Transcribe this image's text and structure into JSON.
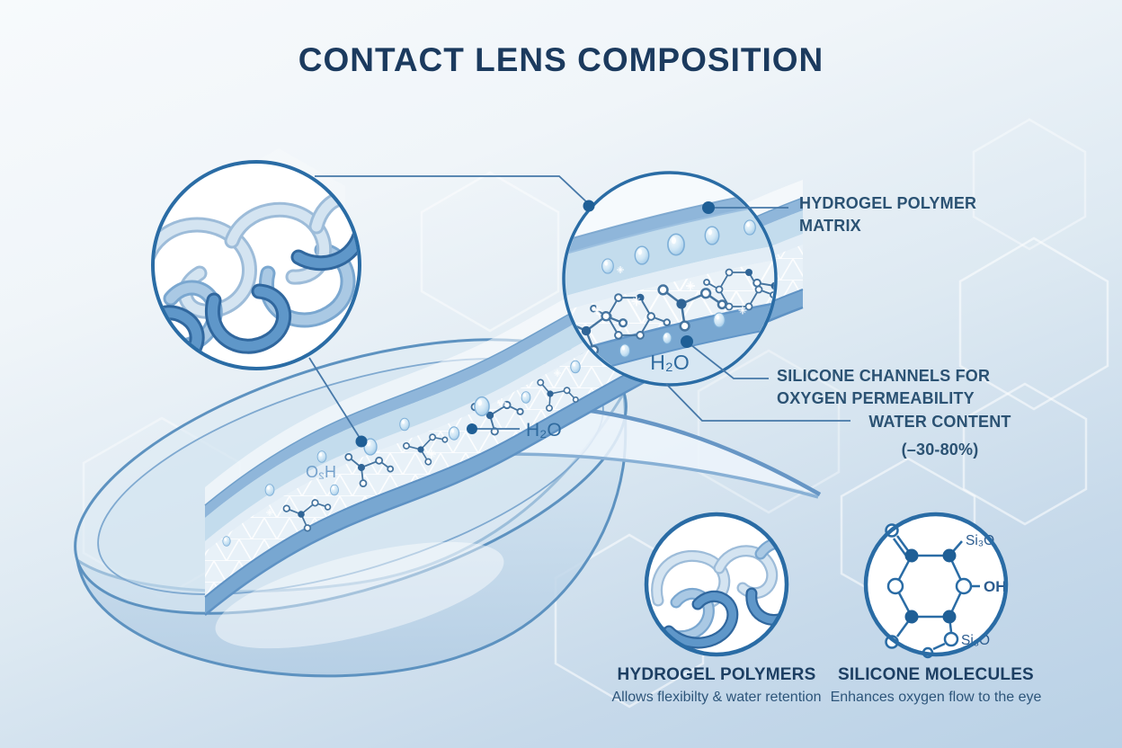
{
  "title": "CONTACT LENS COMPOSITION",
  "callouts": {
    "hydrogel_matrix": {
      "line1": "HYDROGEL POLYMER",
      "line2": "MATRIX"
    },
    "silicone_channels": {
      "line1": "SILICONE CHANNELS FOR",
      "line2": "OXYGEN PERMEABILITY"
    },
    "water_content": {
      "line1": "WATER CONTENT",
      "line2": "(–30-80%)"
    }
  },
  "inline_labels": {
    "water_molecule": "H₂O"
  },
  "molecule_labels": {
    "si3o": "Si₃O",
    "oh": "OH",
    "si5o": "Si₅O"
  },
  "legend": [
    {
      "title": "HYDROGEL POLYMERS",
      "description": "Allows flexibilty & water retention"
    },
    {
      "title": "SILICONE MOLECULES",
      "description": "Enhances oxygen flow to the eye"
    }
  ],
  "colors": {
    "title_text": "#1b3a5e",
    "label_text": "#2b5273",
    "circle_outline": "#2a6ca5",
    "lens_stroke": "#5d92c0",
    "matrix_band": "#c3dced",
    "bottom_band": "#78a7d1",
    "background_top": "#f7fafc",
    "background_bottom": "#b9d1e6"
  }
}
